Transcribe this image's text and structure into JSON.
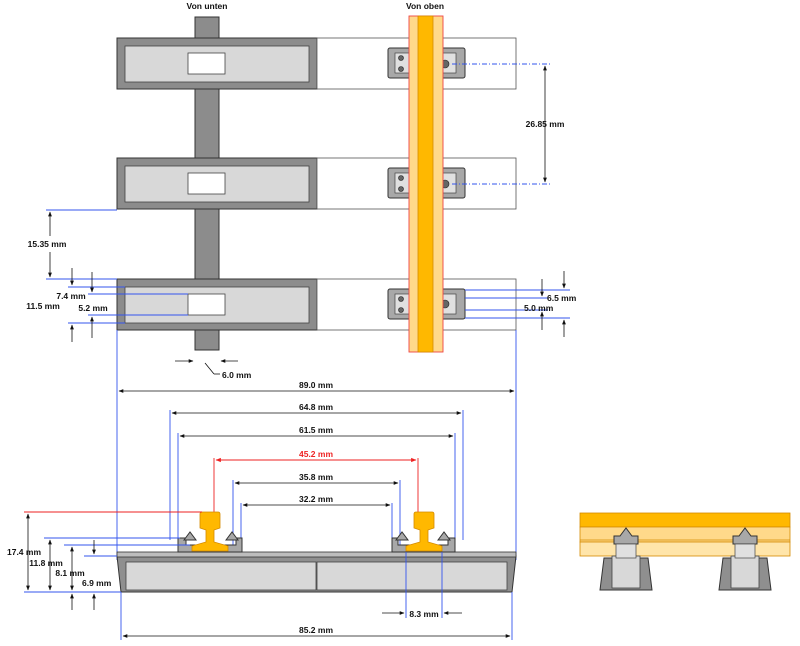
{
  "views": {
    "bottom_label": "Von unten",
    "top_label": "Von oben"
  },
  "dimensions": {
    "tie_pitch": "26.85 mm",
    "tie_gap": "15.35 mm",
    "tie_width_outer": "11.5 mm",
    "tie_width_inner": "7.4 mm",
    "slot_width": "5.2 mm",
    "spine_width": "6.0 mm",
    "clip_width": "6.5 mm",
    "clip_inner": "5.0 mm",
    "overall_length": "89.0 mm",
    "clip_outer_span": "64.8 mm",
    "clip_inner_span": "61.5 mm",
    "gauge": "45.2 mm",
    "inner_clip_span": "35.8 mm",
    "inner_gap": "32.2 mm",
    "rail_height": "17.4 mm",
    "clip_height": "11.8 mm",
    "tie_top_height": "8.1 mm",
    "tie_height": "6.9 mm",
    "rail_foot": "8.3 mm",
    "base_length": "85.2 mm"
  },
  "colors": {
    "rail": "#ffb800",
    "gauge_highlight": "#ee2222",
    "extension_lines": "#3355ee",
    "tie": "#8c8c8c"
  }
}
